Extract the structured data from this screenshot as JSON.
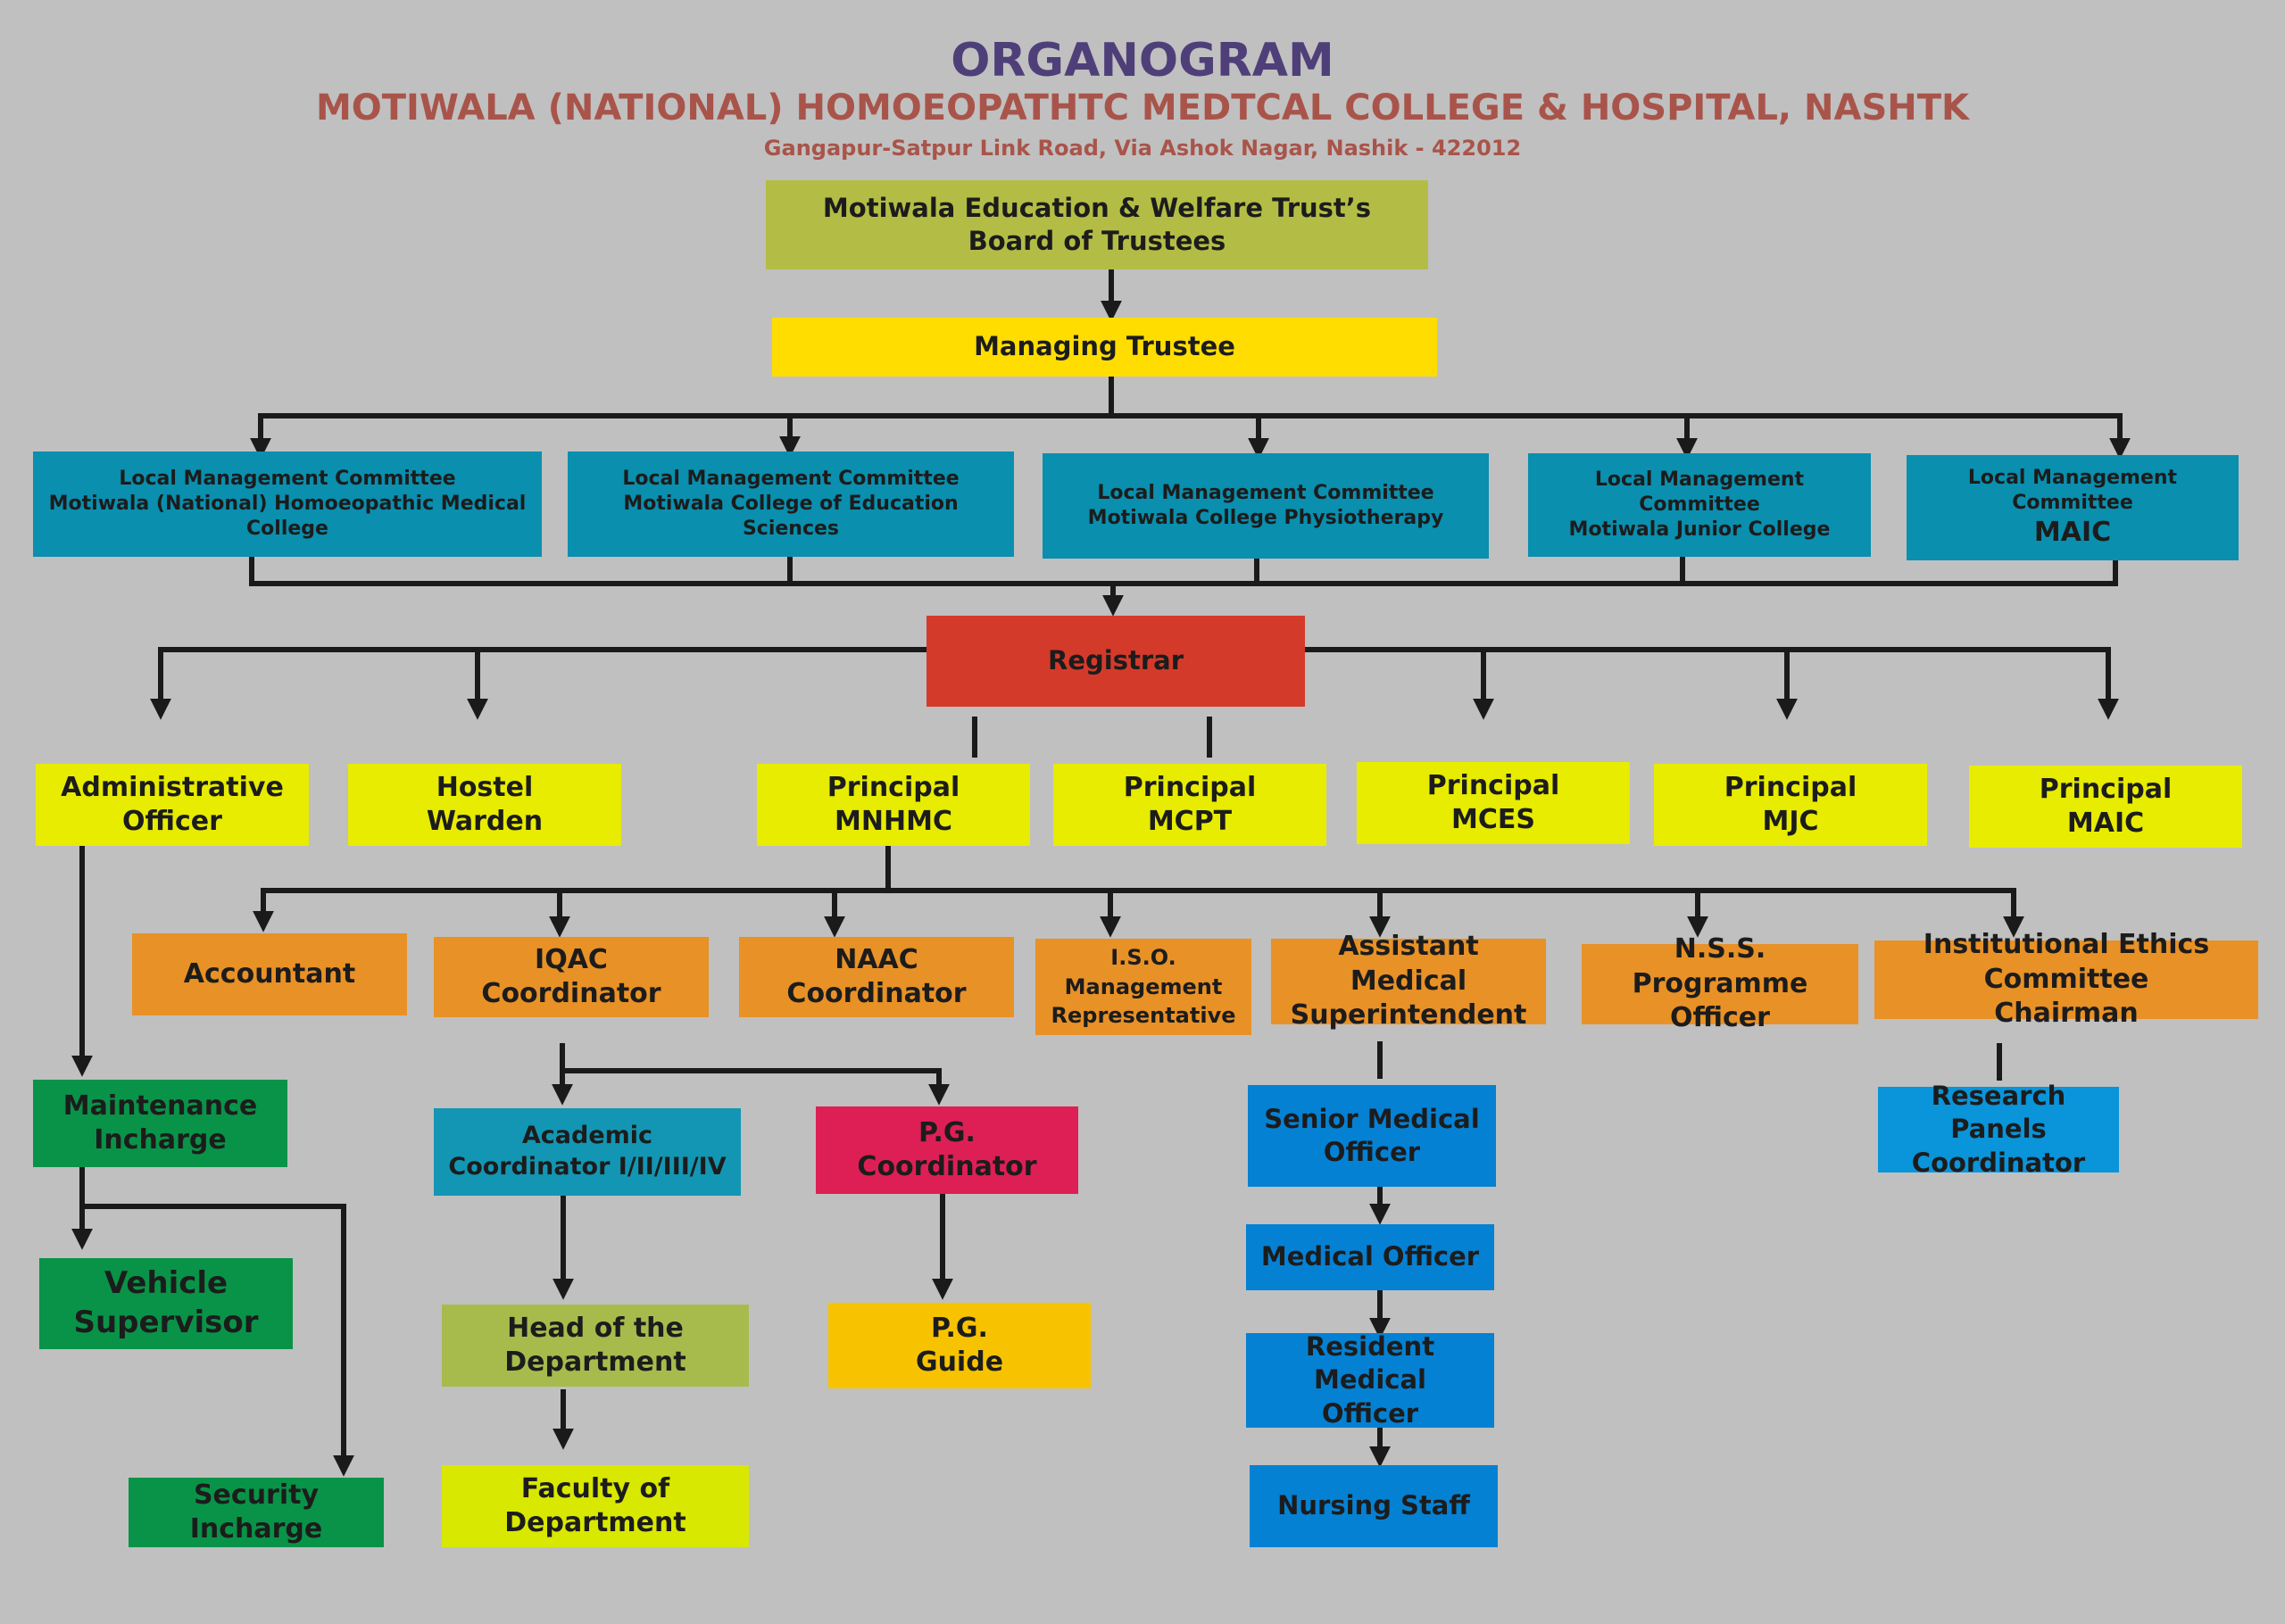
{
  "header": {
    "title": "ORGANOGRAM",
    "institution": "MOTIWALA (NATIONAL) HOMOEOPATHTC MEDTCAL COLLEGE & HOSPITAL, NASHTK",
    "address": "Gangapur-Satpur Link Road, Via Ashok Nagar, Nashik - 422012"
  },
  "nodes": {
    "trust": "Motiwala Education & Welfare Trust’s\nBoard of Trustees",
    "managing_trustee": "Managing Trustee",
    "lmc_mnhmc": "Local Management Committee\nMotiwala (National) Homoeopathic Medical College",
    "lmc_mces": "Local Management Committee\nMotiwala College of Education Sciences",
    "lmc_mcpt": "Local Management Committee\nMotiwala College Physiotherapy",
    "lmc_mjc": "Local Management Committee\nMotiwala Junior College",
    "lmc_maic_label": "Local Management Committee",
    "lmc_maic_name": "MAIC",
    "registrar": "Registrar",
    "admin_officer": "Administrative\nOfficer",
    "hostel_warden": "Hostel\nWarden",
    "principal_mnhmc": "Principal\nMNHMC",
    "principal_mcpt": "Principal\nMCPT",
    "principal_mces": "Principal\nMCES",
    "principal_mjc": "Principal\nMJC",
    "principal_maic": "Principal\nMAIC",
    "accountant": "Accountant",
    "iqac": "IQAC\nCoordinator",
    "naac": "NAAC\nCoordinator",
    "iso": "I.S.O.\nManagement\nRepresentative",
    "ams": "Assistant Medical\nSuperintendent",
    "nss": "N.S.S. Programme\nOfficer",
    "iec": "Institutional Ethics Committee\nChairman",
    "maintenance": "Maintenance\nIncharge",
    "vehicle": "Vehicle\nSupervisor",
    "security": "Security Incharge",
    "academic": "Academic\nCoordinator I/II/III/IV",
    "pg_coord": "P.G.\nCoordinator",
    "hod": "Head of the\nDepartment",
    "faculty": "Faculty of\nDepartment",
    "pg_guide": "P.G.\nGuide",
    "smo": "Senior Medical\nOfficer",
    "mo": "Medical Officer",
    "rmo": "Resident Medical\nOfficer",
    "nursing": "Nursing Staff",
    "research": "Research Panels\nCoordinator"
  },
  "colors": {
    "background": "#c0c0c0",
    "title": "#4f3f79",
    "subtitle": "#a9544a",
    "connector": "#1a1a1a"
  }
}
